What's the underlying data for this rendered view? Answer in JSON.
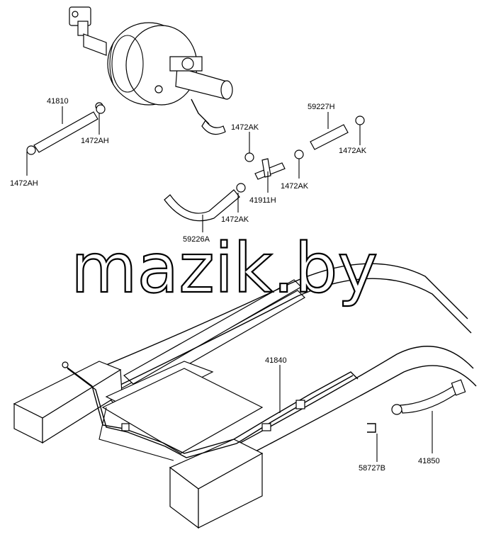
{
  "watermark": "mazik.by",
  "parts": [
    {
      "id": "p-41810",
      "label": "41810"
    },
    {
      "id": "p-1472AH-a",
      "label": "1472AH"
    },
    {
      "id": "p-1472AH-b",
      "label": "1472AH"
    },
    {
      "id": "p-59227H",
      "label": "59227H"
    },
    {
      "id": "p-1472AK-a",
      "label": "1472AK"
    },
    {
      "id": "p-1472AK-b",
      "label": "1472AK"
    },
    {
      "id": "p-1472AK-c",
      "label": "1472AK"
    },
    {
      "id": "p-1472AK-d",
      "label": "1472AK"
    },
    {
      "id": "p-41911H",
      "label": "41911H"
    },
    {
      "id": "p-59226A",
      "label": "59226A"
    },
    {
      "id": "p-41840",
      "label": "41840"
    },
    {
      "id": "p-58727B",
      "label": "58727B"
    },
    {
      "id": "p-41850",
      "label": "41850"
    }
  ]
}
